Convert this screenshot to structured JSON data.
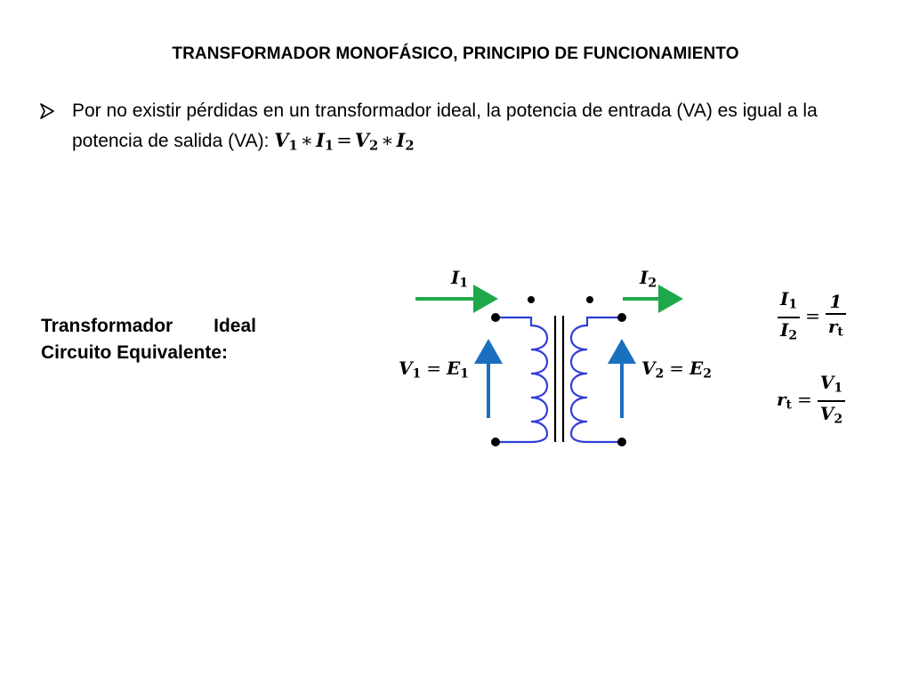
{
  "title": "TRANSFORMADOR MONOFÁSICO, PRINCIPIO DE FUNCIONAMIENTO",
  "bullet": {
    "text": "Por no existir pérdidas en un transformador ideal, la potencia de entrada (VA) es igual a la potencia de salida (VA):",
    "formula": {
      "v1": "V",
      "s1": "1",
      "op1": "∗",
      "i1": "I",
      "s2": "1",
      "eq": "=",
      "v2": "V",
      "s3": "2",
      "op2": "∗",
      "i2": "I",
      "s4": "2"
    }
  },
  "side_label": {
    "word1": "Transformador",
    "word2": "Ideal",
    "line2": "Circuito Equivalente:"
  },
  "diagram": {
    "i1": {
      "sym": "I",
      "sub": "1"
    },
    "i2": {
      "sym": "I",
      "sub": "2"
    },
    "left_eq": {
      "a": "V",
      "a_sub": "1",
      "eq": "=",
      "b": "E",
      "b_sub": "1"
    },
    "right_eq": {
      "a": "V",
      "a_sub": "2",
      "eq": "=",
      "b": "E",
      "b_sub": "2"
    },
    "colors": {
      "green_arrow": "#1fa84a",
      "blue_arrow": "#1a6fbf",
      "coil": "#2f3fd6",
      "core": "#000000"
    }
  },
  "ratios": {
    "r1": {
      "num": "I",
      "num_sub": "1",
      "den": "I",
      "den_sub": "2",
      "eq": "=",
      "rnum": "1",
      "rden": "r",
      "rden_sub": "t"
    },
    "r2": {
      "lhs": "r",
      "lhs_sub": "t",
      "eq": "=",
      "num": "V",
      "num_sub": "1",
      "den": "V",
      "den_sub": "2"
    }
  }
}
